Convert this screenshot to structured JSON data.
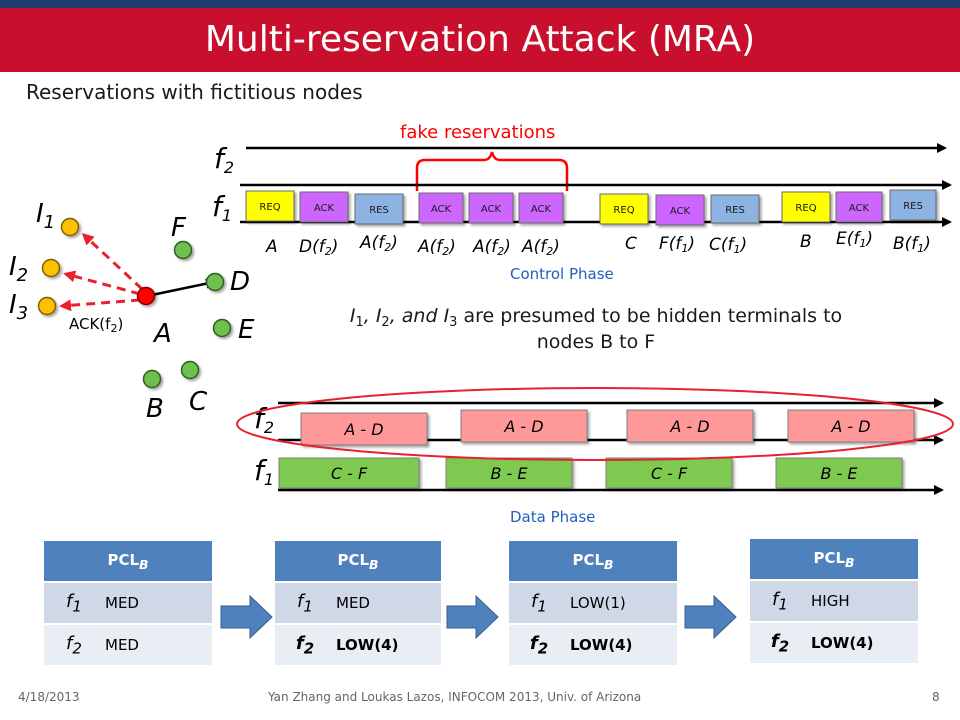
{
  "title": "Multi-reservation Attack (MRA)",
  "subtitle": "Reservations with fictitious nodes",
  "nodes": {
    "I1": "I",
    "I1_sub": "1",
    "I2": "I",
    "I2_sub": "2",
    "I3": "I",
    "I3_sub": "3",
    "A": "A",
    "B": "B",
    "C": "C",
    "D": "D",
    "E": "E",
    "F": "F"
  },
  "ack_label": "ACK(f",
  "ack_sub": "2",
  "ack_close": ")",
  "fake_reservations": "fake reservations",
  "control": {
    "f2": "f",
    "f2_sub": "2",
    "f1": "f",
    "f1_sub": "1",
    "boxes": [
      "REQ",
      "ACK",
      "RES",
      "ACK",
      "ACK",
      "ACK",
      "REQ",
      "ACK",
      "RES",
      "REQ",
      "ACK",
      "RES"
    ],
    "labels": [
      {
        "main": "A",
        "sub": "",
        "close": ""
      },
      {
        "main": "D(f",
        "sub": "2",
        "close": ")"
      },
      {
        "main": "A(f",
        "sub": "2",
        "close": ")"
      },
      {
        "main": "A(f",
        "sub": "2",
        "close": ")"
      },
      {
        "main": "A(f",
        "sub": "2",
        "close": ")"
      },
      {
        "main": "A(f",
        "sub": "2",
        "close": ")"
      },
      {
        "main": "C",
        "sub": "",
        "close": ""
      },
      {
        "main": "F(f",
        "sub": "1",
        "close": ")"
      },
      {
        "main": "C(f",
        "sub": "1",
        "close": ")"
      },
      {
        "main": "B",
        "sub": "",
        "close": ""
      },
      {
        "main": "E(f",
        "sub": "1",
        "close": ")"
      },
      {
        "main": "B(f",
        "sub": "1",
        "close": ")"
      }
    ],
    "phase": "Control Phase"
  },
  "note": {
    "line1_parts": [
      "I",
      "1",
      ", I",
      "2",
      ", and I",
      "3",
      " are presumed to be hidden terminals to"
    ],
    "line2": "nodes B to F"
  },
  "data_phase": {
    "f2": "f",
    "f2_sub": "2",
    "f1": "f",
    "f1_sub": "1",
    "f2_boxes": [
      "A - D",
      "A - D",
      "A - D",
      "A - D"
    ],
    "f1_boxes": [
      "C - F",
      "B - E",
      "C - F",
      "B - E"
    ],
    "phase": "Data Phase"
  },
  "tables": [
    {
      "head": "PCL",
      "head_sub": "B",
      "rows": [
        {
          "k": "f",
          "ks": "1",
          "v": "MED",
          "red": false
        },
        {
          "k": "f",
          "ks": "2",
          "v": "MED",
          "red": false
        }
      ]
    },
    {
      "head": "PCL",
      "head_sub": "B",
      "rows": [
        {
          "k": "f",
          "ks": "1",
          "v": "MED",
          "red": false
        },
        {
          "k": "f",
          "ks": "2",
          "v": "LOW(4)",
          "red": true
        }
      ]
    },
    {
      "head": "PCL",
      "head_sub": "B",
      "rows": [
        {
          "k": "f",
          "ks": "1",
          "v": "LOW(1)",
          "red": false
        },
        {
          "k": "f",
          "ks": "2",
          "v": "LOW(4)",
          "red": true
        }
      ]
    },
    {
      "head": "PCL",
      "head_sub": "B",
      "rows": [
        {
          "k": "f",
          "ks": "1",
          "v": "HIGH",
          "red": false
        },
        {
          "k": "f",
          "ks": "2",
          "v": "LOW(4)",
          "red": true
        }
      ]
    }
  ],
  "footer": {
    "date": "4/18/2013",
    "credit": "Yan Zhang and Loukas Lazos, INFOCOM 2013, Univ. of Arizona",
    "page": "8"
  },
  "colors": {
    "title_bar": "#c8102e",
    "top_stripe": "#1f3a6e",
    "req": "#ffff00",
    "ack": "#cc66ff",
    "res": "#8db3e2",
    "data_f2": "#ff9999",
    "data_f1": "#7ec94f",
    "attacker": "#ff0000",
    "hidden_terminal": "#ffc000",
    "normal_node": "#70c050",
    "table_head": "#4f81bd"
  }
}
